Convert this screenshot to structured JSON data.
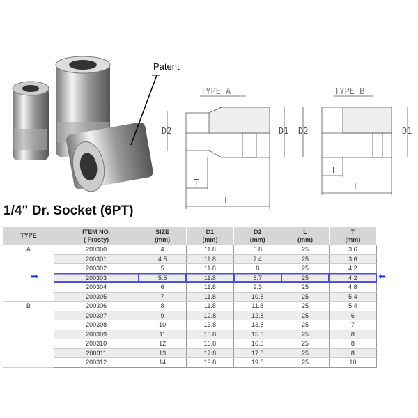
{
  "photo_label": "Patent",
  "drawing": {
    "type_a": "TYPE A",
    "type_b": "TYPE B",
    "dims": [
      "D1",
      "D2",
      "L",
      "T"
    ]
  },
  "title": "1/4\" Dr. Socket (6PT)",
  "table": {
    "headers": [
      [
        "TYPE",
        ""
      ],
      [
        "ITEM NO.",
        "( Frosty)"
      ],
      [
        "SIZE",
        "(mm)"
      ],
      [
        "D1",
        "(mm)"
      ],
      [
        "D2",
        "(mm)"
      ],
      [
        "L",
        "(mm)"
      ],
      [
        "T",
        "(mm)"
      ]
    ],
    "groups": [
      {
        "type": "A",
        "rows": [
          [
            "200300",
            "4",
            "11.8",
            "6.8",
            "25",
            "3.6"
          ],
          [
            "200301",
            "4.5",
            "11.8",
            "7.4",
            "25",
            "3.6"
          ],
          [
            "200302",
            "5",
            "11.8",
            "8",
            "25",
            "4.2"
          ],
          [
            "200303",
            "5.5",
            "11.8",
            "8.7",
            "25",
            "4.2"
          ],
          [
            "200304",
            "6",
            "11.8",
            "9.3",
            "25",
            "4.8"
          ],
          [
            "200305",
            "7",
            "11.8",
            "10.8",
            "25",
            "5.4"
          ]
        ]
      },
      {
        "type": "B",
        "rows": [
          [
            "200306",
            "8",
            "11.8",
            "11.8",
            "25",
            "5.4"
          ],
          [
            "200307",
            "9",
            "12.8",
            "12.8",
            "25",
            "6"
          ],
          [
            "200308",
            "10",
            "13.8",
            "13.8",
            "25",
            "7"
          ],
          [
            "200309",
            "11",
            "15.8",
            "15.8",
            "25",
            "8"
          ],
          [
            "200310",
            "12",
            "16.8",
            "16.8",
            "25",
            "8"
          ],
          [
            "200311",
            "13",
            "17.8",
            "17.8",
            "25",
            "8"
          ],
          [
            "200312",
            "14",
            "19.8",
            "19.8",
            "25",
            "10"
          ]
        ]
      }
    ],
    "highlighted_item": "200303"
  },
  "colors": {
    "highlight": "#4a4adf",
    "arrow": "#1a2fe0"
  }
}
